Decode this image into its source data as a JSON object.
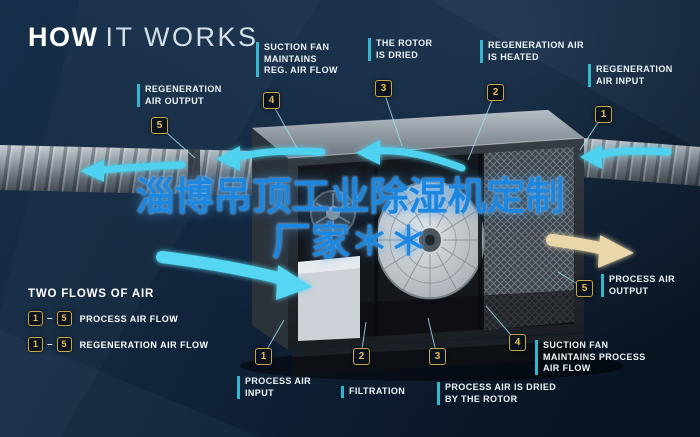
{
  "title": {
    "bold": "HOW",
    "light": "IT WORKS"
  },
  "watermark": {
    "line1": "淄博吊顶工业除湿机定制",
    "line2": "厂家＊＊"
  },
  "legend": {
    "title": "TWO FLOWS OF AIR",
    "separator": "–",
    "rows": [
      {
        "from": "1",
        "to": "5",
        "label": "PROCESS AIR FLOW"
      },
      {
        "from": "1",
        "to": "5",
        "label": "REGENERATION AIR FLOW"
      }
    ]
  },
  "callouts": [
    {
      "num": "5",
      "label": "REGENERATION\nAIR OUTPUT"
    },
    {
      "num": "4",
      "label": "SUCTION FAN\nMAINTAINS\nREG. AIR FLOW"
    },
    {
      "num": "3",
      "label": "THE ROTOR\nIS DRIED"
    },
    {
      "num": "2",
      "label": "REGENERATION AIR\nIS HEATED"
    },
    {
      "num": "1",
      "label": "REGENERATION\nAIR INPUT"
    },
    {
      "num": "5",
      "label": "PROCESS AIR\nOUTPUT"
    },
    {
      "num": "4",
      "label": "SUCTION FAN\nMAINTAINS PROCESS\nAIR FLOW"
    },
    {
      "num": "3",
      "label": "PROCESS AIR IS DRIED\nBY THE ROTOR"
    },
    {
      "num": "2",
      "label": "FILTRATION"
    },
    {
      "num": "1",
      "label": "PROCESS AIR\nINPUT"
    }
  ],
  "colors": {
    "background": "#0e1d2f",
    "accent_teal": "#35b8cf",
    "badge_gold": "#e7bd55",
    "arrow_cyan": "#4fd2ef",
    "arrow_beige": "#e9d7a9",
    "watermark_blue": "#1d87e0",
    "text": "#ffffff"
  }
}
